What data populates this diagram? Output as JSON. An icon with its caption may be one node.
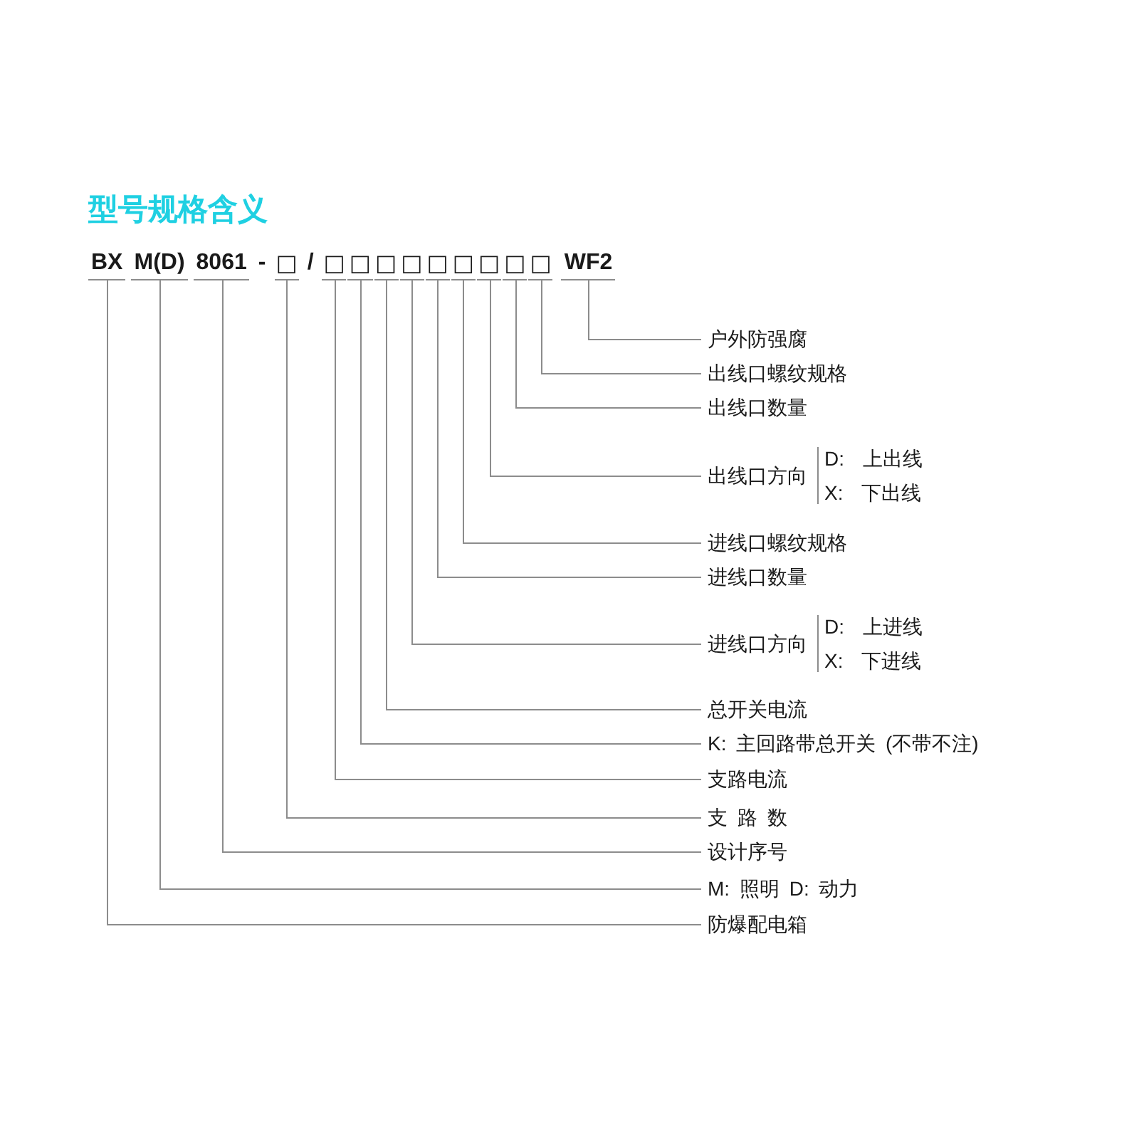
{
  "diagram": {
    "title": "型号规格含义",
    "nodes": [
      {
        "text": [
          "BX"
        ]
      },
      {
        "text": [
          "M(D)"
        ]
      },
      {
        "text": [
          "8061"
        ]
      },
      {
        "text": [
          "□"
        ]
      },
      {
        "text": [
          "□"
        ]
      },
      {
        "text": [
          "□"
        ]
      },
      {
        "text": [
          "□"
        ]
      },
      {
        "text": [
          "□"
        ]
      },
      {
        "text": [
          "□"
        ]
      },
      {
        "text": [
          "□"
        ]
      },
      {
        "text": [
          "□"
        ]
      },
      {
        "text": [
          "□"
        ]
      },
      {
        "text": [
          "□"
        ]
      },
      {
        "text": [
          "WF2"
        ]
      },
      {
        "text": [
          "户外防强腐"
        ]
      },
      {
        "text": [
          "出线口螺纹规格"
        ]
      },
      {
        "text": [
          "出线口数量"
        ]
      },
      {
        "text": [
          "出线口方向"
        ],
        "beside": [
          "D: 上出线",
          "X: 下出线"
        ]
      },
      {
        "text": [
          "进线口螺纹规格"
        ]
      },
      {
        "text": [
          "进线口数量"
        ]
      },
      {
        "text": [
          "进线口方向"
        ],
        "beside": [
          "D: 上进线",
          "X: 下进线"
        ]
      },
      {
        "text": [
          "总开关电流"
        ]
      },
      {
        "text": [
          "K: 主回路带总开关 (不带不注)"
        ]
      },
      {
        "text": [
          "支路电流"
        ]
      },
      {
        "text": [
          "支 路 数"
        ]
      },
      {
        "text": [
          "设计序号"
        ]
      },
      {
        "text": [
          "M: 照明 D: 动力"
        ]
      },
      {
        "text": [
          "防爆配电箱"
        ]
      }
    ],
    "edges": [
      {
        "from": 14,
        "to": 13,
        "arrow": "none"
      },
      {
        "from": 15,
        "to": 12,
        "arrow": "none"
      },
      {
        "from": 16,
        "to": 11,
        "arrow": "none"
      },
      {
        "from": 17,
        "to": 10,
        "arrow": "none"
      },
      {
        "from": 18,
        "to": 9,
        "arrow": "none"
      },
      {
        "from": 19,
        "to": 8,
        "arrow": "none"
      },
      {
        "from": 20,
        "to": 7,
        "arrow": "none"
      },
      {
        "from": 21,
        "to": 6,
        "arrow": "none"
      },
      {
        "from": 22,
        "to": 5,
        "arrow": "none"
      },
      {
        "from": 23,
        "to": 4,
        "arrow": "none"
      },
      {
        "from": 24,
        "to": 3,
        "arrow": "none"
      },
      {
        "from": 25,
        "to": 2,
        "arrow": "none"
      },
      {
        "from": 26,
        "to": 1,
        "arrow": "none"
      },
      {
        "from": 27,
        "to": 0,
        "arrow": "none"
      }
    ],
    "labels": [
      "-",
      "/"
    ]
  }
}
